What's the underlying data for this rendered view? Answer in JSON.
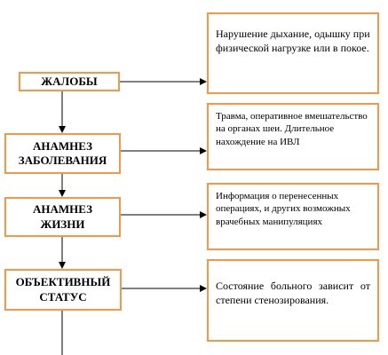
{
  "diagram": {
    "steps": [
      {
        "label": "ЖАЛОБЫ",
        "note": "Нарушение дыхание, одышку при физической нагрузке или в покое."
      },
      {
        "label": "АНАМНЕЗ ЗАБОЛЕВАНИЯ",
        "note": "Травма, оперативное вмешательство на органах шеи. Длительное нахождение на ИВЛ"
      },
      {
        "label": "АНАМНЕЗ ЖИЗНИ",
        "note": "Информация о перенесенных операциях, и других возможных врачебных манипуляциях"
      },
      {
        "label": "ОБЪЕКТИВНЫЙ СТАТУС",
        "note": "Состояние больного зависит от степени стенозирования."
      }
    ],
    "colors": {
      "border": "#F79646",
      "line": "#000000"
    }
  }
}
